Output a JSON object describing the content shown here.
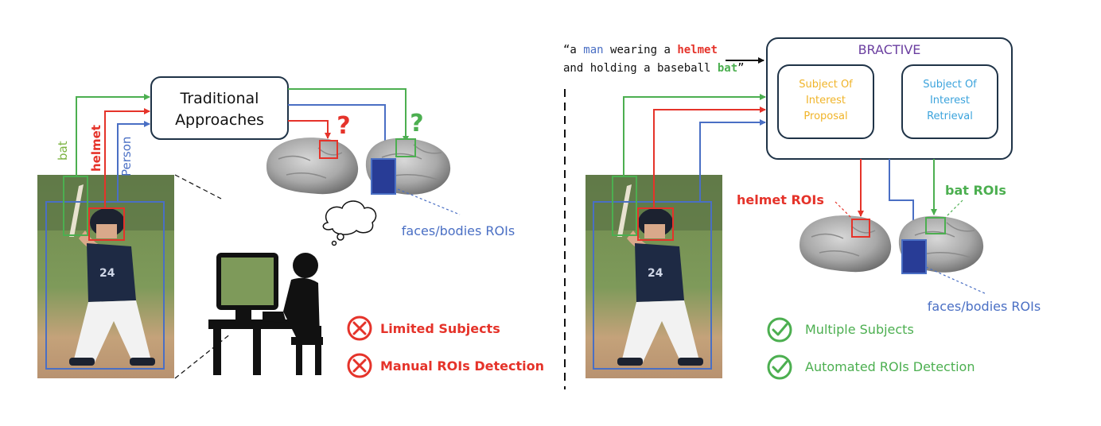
{
  "colors": {
    "red": "#e5332a",
    "green": "#4caf50",
    "blue": "#4a6fc4",
    "purple": "#6b3fa0",
    "orange": "#f0b429",
    "cyan": "#3ba3dc",
    "dark": "#1f3347"
  },
  "left": {
    "traditional_box": {
      "line1": "Traditional",
      "line2": "Approaches"
    },
    "labels": {
      "bat": "bat",
      "helmet": "helmet",
      "person": "Person"
    },
    "question_marks": [
      "?",
      "?"
    ],
    "roi_label": "faces/bodies ROIs",
    "cons": [
      {
        "icon": "cross-circle-icon",
        "text": "Limited Subjects"
      },
      {
        "icon": "cross-circle-icon",
        "text": "Manual ROIs Detection"
      }
    ]
  },
  "right": {
    "caption": {
      "open_quote": "“a",
      "w_man": "man",
      "w_wearing": "wearing a",
      "w_helmet": "helmet",
      "w_line2": "and holding a baseball",
      "w_bat": "bat",
      "close_quote": "”"
    },
    "bractive": {
      "title": "BRACTIVE",
      "proposal": [
        "Subject Of",
        "Interest",
        "Proposal"
      ],
      "retrieval": [
        "Subject Of",
        "Interest",
        "Retrieval"
      ]
    },
    "helmet_rois": "helmet ROIs",
    "bat_rois": "bat ROIs",
    "roi_label": "faces/bodies ROIs",
    "pros": [
      {
        "icon": "check-circle-icon",
        "text": "Multiple Subjects"
      },
      {
        "icon": "check-circle-icon",
        "text": "Automated ROIs Detection"
      }
    ]
  }
}
